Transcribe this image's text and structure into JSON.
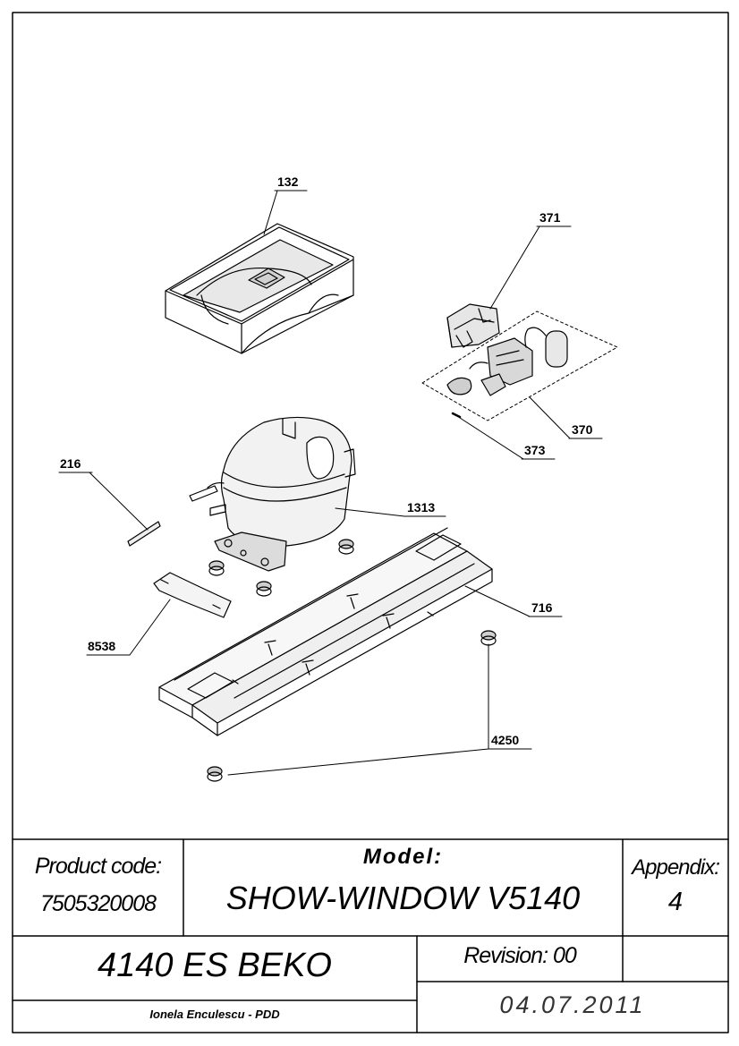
{
  "parts": [
    {
      "number": "132"
    },
    {
      "number": "371"
    },
    {
      "number": "370"
    },
    {
      "number": "373"
    },
    {
      "number": "216"
    },
    {
      "number": "1313"
    },
    {
      "number": "716"
    },
    {
      "number": "8538"
    },
    {
      "number": "4250"
    }
  ],
  "title_block": {
    "product_code_label": "Product code:",
    "product_code": "7505320008",
    "model_label": "Model:",
    "model": "SHOW-WINDOW V5140",
    "appendix_label": "Appendix:",
    "appendix": "4",
    "product_name": "4140 ES BEKO",
    "revision": "Revision: 00",
    "author": "Ionela Enculescu - PDD",
    "date": "04.07.2011"
  }
}
